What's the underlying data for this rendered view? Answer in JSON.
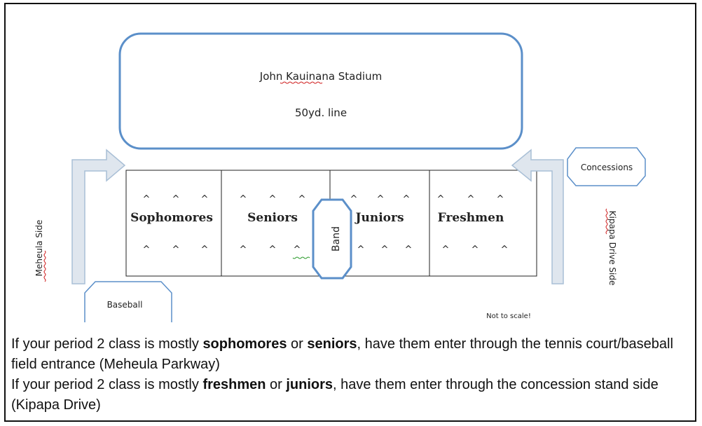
{
  "stadium": {
    "name": "John Kauinana Stadium",
    "line": "50yd. line"
  },
  "seating": {
    "sections": [
      {
        "label": "Sophomores"
      },
      {
        "label": "Seniors"
      },
      {
        "label": "Juniors"
      },
      {
        "label": "Freshmen"
      }
    ],
    "band_label": "Band",
    "seat_marker": "^"
  },
  "entrances": {
    "left_side": "Meheula Side",
    "right_side": "Kipapa Drive Side",
    "concessions": "Concessions",
    "baseball": "Baseball"
  },
  "scale_note": "Not to scale!",
  "colors": {
    "outline_blue": "#5b8fc9",
    "arrow_fill": "#dfe6ee",
    "arrow_stroke": "#a9bfd6",
    "spellcheck": "#d02020"
  },
  "instructions": {
    "line1": {
      "pre": "If your period 2 class is mostly ",
      "b1": "sophomores",
      "mid": " or ",
      "b2": "seniors",
      "post": ", have them enter through the tennis court/baseball field entrance (Meheula Parkway)"
    },
    "line2": {
      "pre": "If your period 2 class is mostly ",
      "b1": "freshmen",
      "mid": " or ",
      "b2": "juniors",
      "post": ", have them enter through the concession stand side (Kipapa Drive)"
    }
  }
}
